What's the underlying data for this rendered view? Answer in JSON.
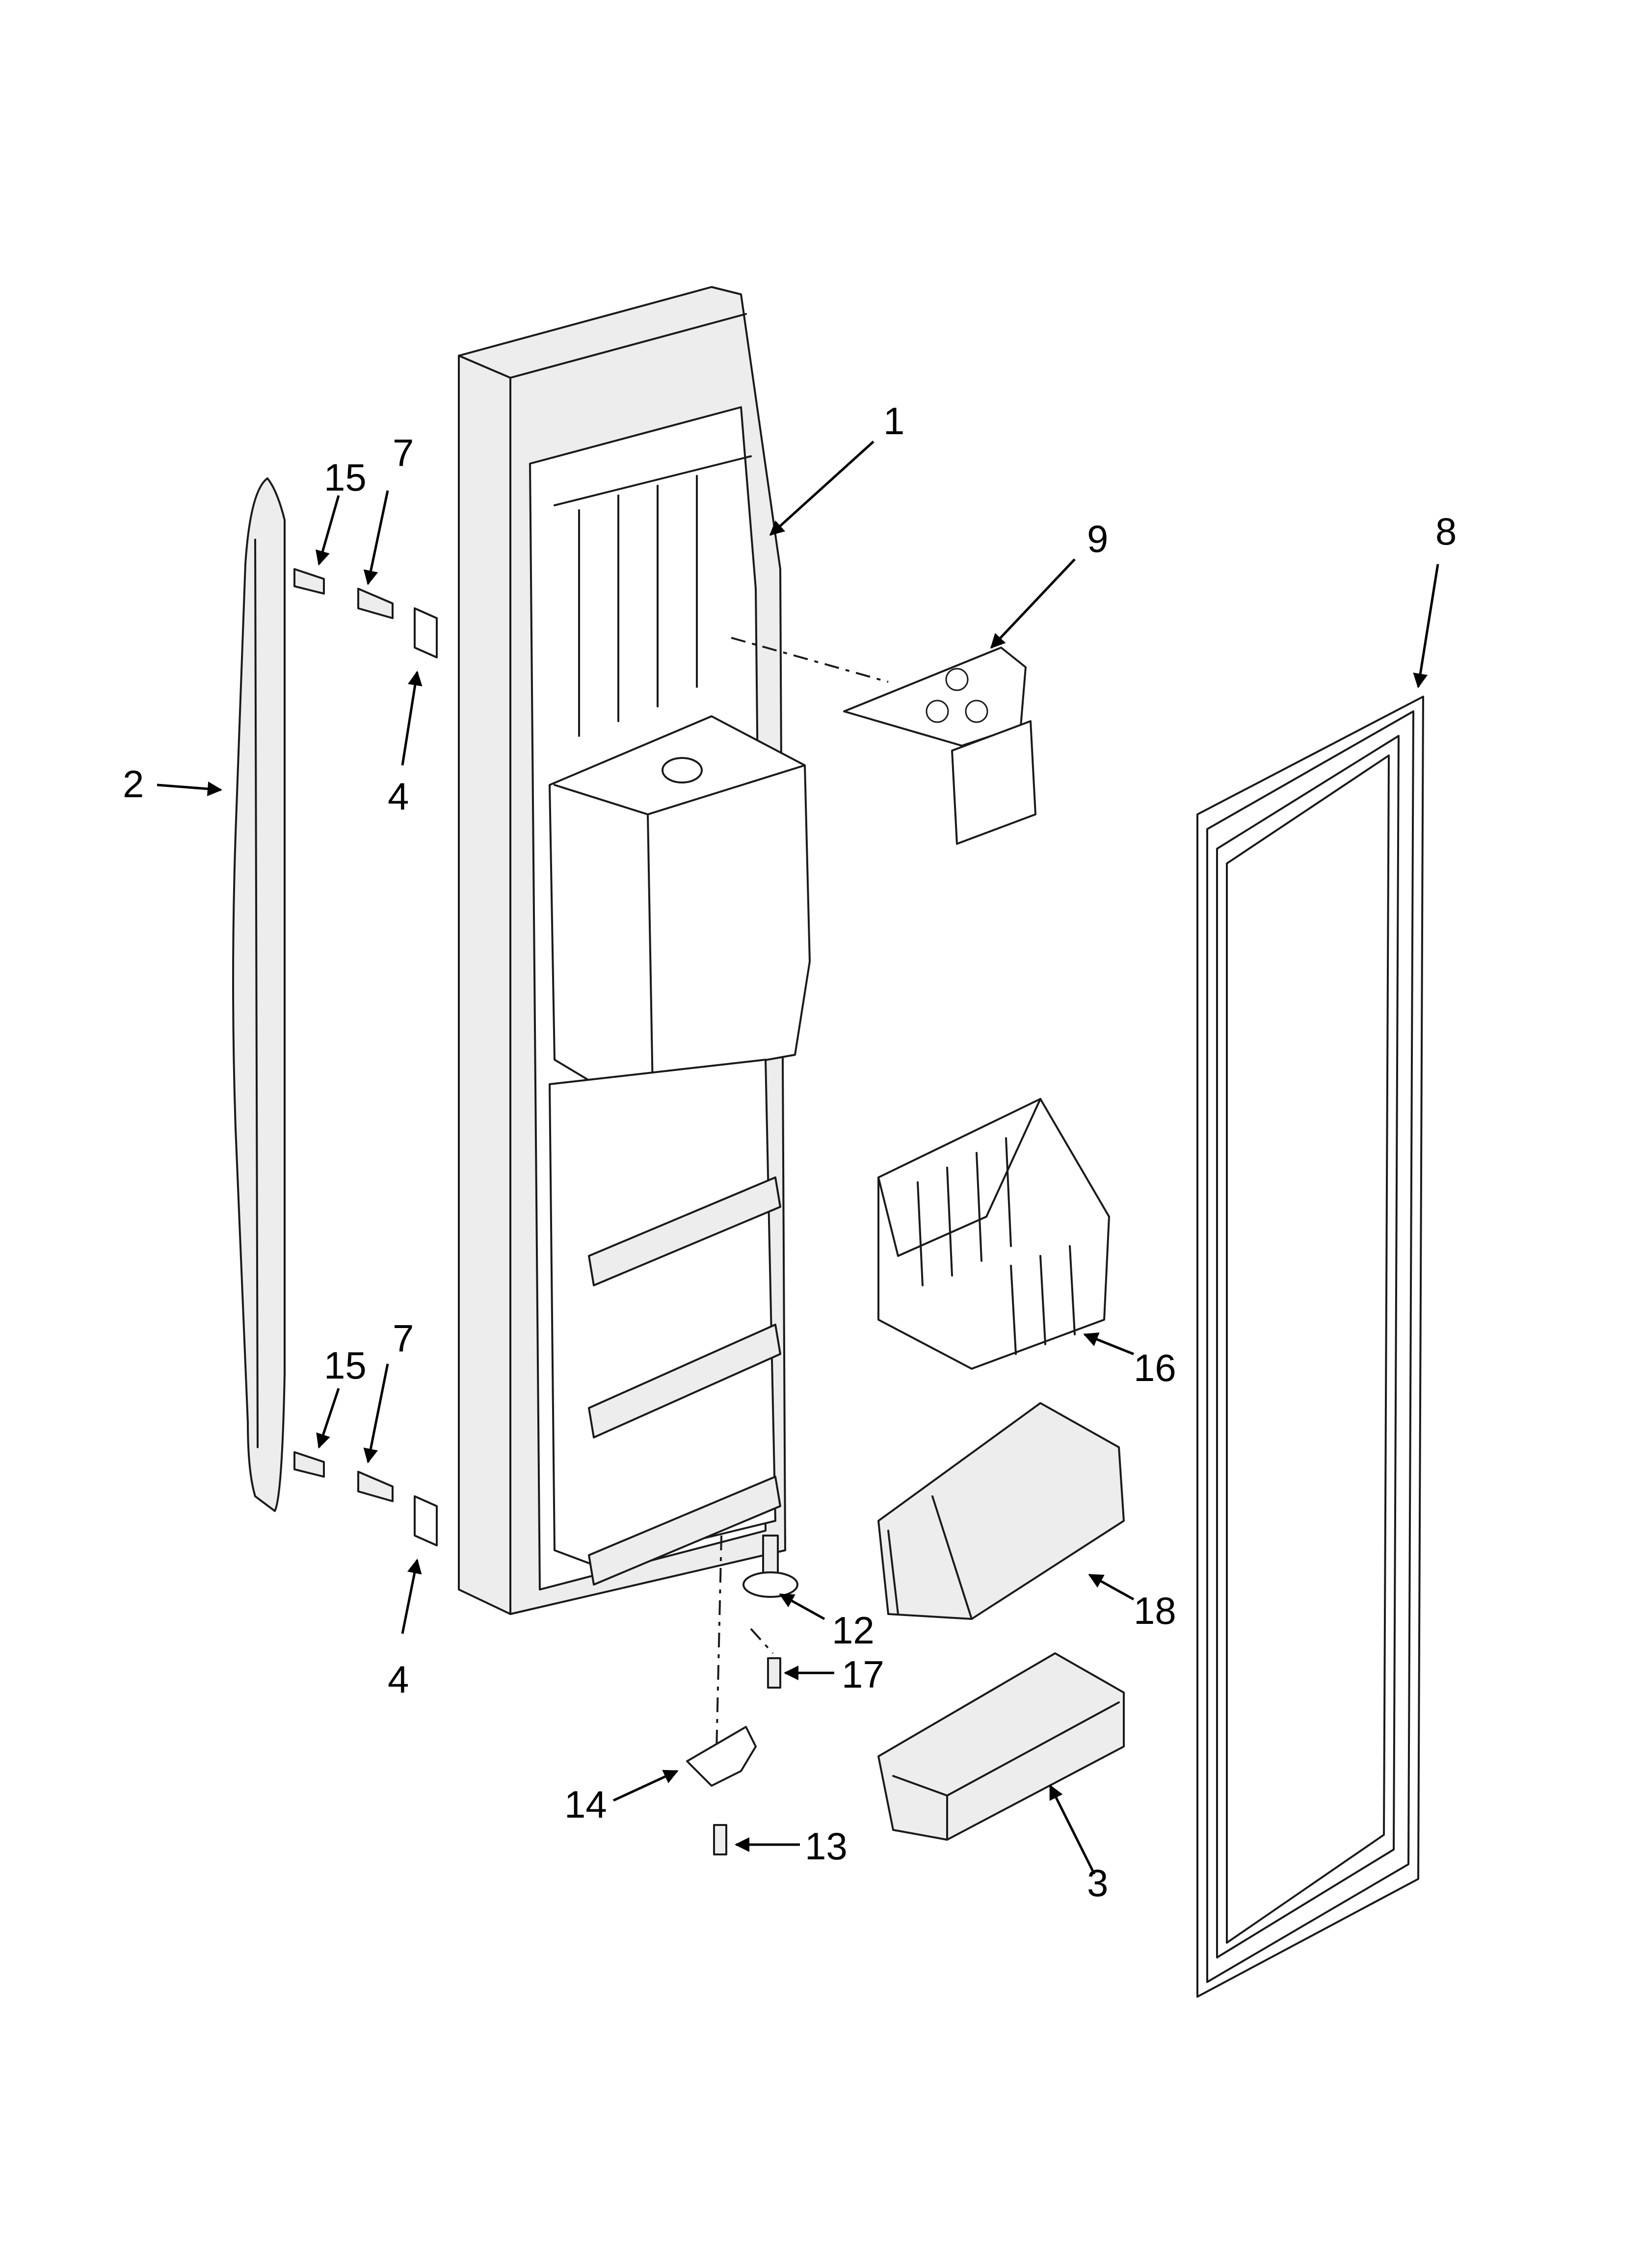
{
  "callouts": [
    {
      "id": "1",
      "text": "1"
    },
    {
      "id": "2",
      "text": "2"
    },
    {
      "id": "3",
      "text": "3"
    },
    {
      "id": "4a",
      "text": "4"
    },
    {
      "id": "4b",
      "text": "4"
    },
    {
      "id": "7a",
      "text": "7"
    },
    {
      "id": "7b",
      "text": "7"
    },
    {
      "id": "8",
      "text": "8"
    },
    {
      "id": "9",
      "text": "9"
    },
    {
      "id": "12",
      "text": "12"
    },
    {
      "id": "13",
      "text": "13"
    },
    {
      "id": "14",
      "text": "14"
    },
    {
      "id": "15a",
      "text": "15"
    },
    {
      "id": "15b",
      "text": "15"
    },
    {
      "id": "16",
      "text": "16"
    },
    {
      "id": "17",
      "text": "17"
    },
    {
      "id": "18",
      "text": "18"
    }
  ]
}
